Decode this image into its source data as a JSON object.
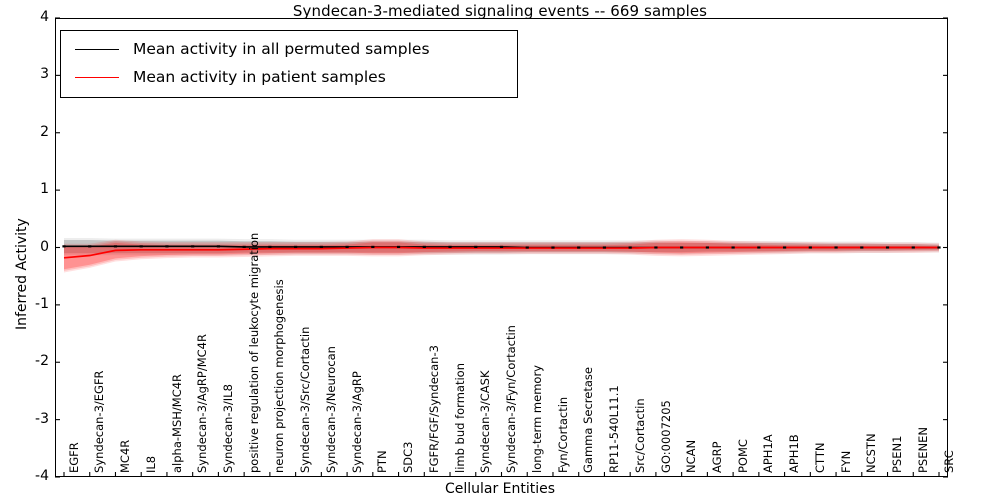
{
  "chart_data": {
    "type": "line",
    "title": "Syndecan-3-mediated signaling events -- 669 samples",
    "xlabel": "Cellular Entities",
    "ylabel": "Inferred Activity",
    "ylim": [
      -4,
      4
    ],
    "yticks": [
      "4",
      "3",
      "2",
      "1",
      "0",
      "-1",
      "-2",
      "-3",
      "-4"
    ],
    "ytick_values": [
      4,
      3,
      2,
      1,
      0,
      -1,
      -2,
      -3,
      -4
    ],
    "grid": false,
    "legend_position": "upper left",
    "sample_count": 669,
    "categories": [
      "EGFR",
      "Syndecan-3/EGFR",
      "MC4R",
      "IL8",
      "alpha-MSH/MC4R",
      "Syndecan-3/AgRP/MC4R",
      "Syndecan-3/IL8",
      "positive regulation of leukocyte migration",
      "neuron projection morphogenesis",
      "Syndecan-3/Src/Cortactin",
      "Syndecan-3/Neurocan",
      "Syndecan-3/AgRP",
      "PTN",
      "SDC3",
      "FGFR/FGF/Syndecan-3",
      "limb bud formation",
      "Syndecan-3/CASK",
      "Syndecan-3/Fyn/Cortactin",
      "long-term memory",
      "Fyn/Cortactin",
      "Gamma Secretase",
      "RP11-540L11.1",
      "Src/Cortactin",
      "GO:0007205",
      "NCAN",
      "AGRP",
      "POMC",
      "APH1A",
      "APH1B",
      "CTTN",
      "FYN",
      "NCSTN",
      "PSEN1",
      "PSENEN",
      "SRC"
    ],
    "series": [
      {
        "name": "Mean activity in all permuted samples",
        "color": "#000000",
        "values": [
          0.02,
          0.02,
          0.02,
          0.02,
          0.02,
          0.02,
          0.02,
          0.01,
          0.01,
          0.01,
          0.01,
          0.01,
          0.01,
          0.01,
          0.01,
          0.01,
          0.01,
          0.01,
          0.0,
          0.0,
          0.0,
          0.0,
          0.0,
          0.0,
          0.0,
          0.0,
          0.0,
          0.0,
          0.0,
          0.0,
          0.0,
          0.0,
          0.0,
          0.0,
          0.0
        ],
        "band_upper": [
          0.13,
          0.13,
          0.12,
          0.12,
          0.12,
          0.12,
          0.12,
          0.11,
          0.11,
          0.1,
          0.1,
          0.1,
          0.1,
          0.1,
          0.1,
          0.09,
          0.09,
          0.09,
          0.09,
          0.09,
          0.09,
          0.09,
          0.09,
          0.09,
          0.08,
          0.08,
          0.08,
          0.08,
          0.08,
          0.07,
          0.07,
          0.07,
          0.06,
          0.06,
          0.05
        ],
        "band_lower": [
          -0.1,
          -0.1,
          -0.1,
          -0.1,
          -0.1,
          -0.1,
          -0.1,
          -0.09,
          -0.09,
          -0.09,
          -0.09,
          -0.09,
          -0.09,
          -0.09,
          -0.09,
          -0.09,
          -0.09,
          -0.09,
          -0.08,
          -0.08,
          -0.08,
          -0.08,
          -0.08,
          -0.08,
          -0.08,
          -0.07,
          -0.07,
          -0.07,
          -0.07,
          -0.06,
          -0.06,
          -0.06,
          -0.06,
          -0.05,
          -0.05
        ]
      },
      {
        "name": "Mean activity in patient samples",
        "color": "#ff0000",
        "values": [
          -0.18,
          -0.14,
          -0.05,
          -0.04,
          -0.04,
          -0.04,
          -0.04,
          -0.03,
          -0.02,
          -0.02,
          -0.02,
          -0.01,
          0.0,
          0.0,
          -0.01,
          -0.01,
          -0.01,
          -0.01,
          -0.01,
          -0.01,
          -0.01,
          -0.01,
          -0.01,
          0.0,
          0.0,
          0.0,
          0.0,
          0.0,
          0.0,
          0.0,
          0.0,
          0.0,
          0.0,
          0.0,
          0.0
        ],
        "band_upper": [
          0.01,
          0.01,
          0.08,
          0.05,
          0.04,
          0.04,
          0.04,
          0.04,
          0.04,
          0.04,
          0.04,
          0.05,
          0.09,
          0.09,
          0.05,
          0.04,
          0.04,
          0.04,
          0.04,
          0.04,
          0.04,
          0.04,
          0.05,
          0.08,
          0.09,
          0.08,
          0.06,
          0.05,
          0.04,
          0.04,
          0.03,
          0.03,
          0.03,
          0.03,
          0.02
        ],
        "band_lower": [
          -0.38,
          -0.3,
          -0.19,
          -0.15,
          -0.13,
          -0.12,
          -0.12,
          -0.11,
          -0.1,
          -0.09,
          -0.09,
          -0.09,
          -0.1,
          -0.1,
          -0.08,
          -0.07,
          -0.06,
          -0.06,
          -0.06,
          -0.06,
          -0.06,
          -0.06,
          -0.07,
          -0.09,
          -0.1,
          -0.09,
          -0.08,
          -0.07,
          -0.06,
          -0.05,
          -0.05,
          -0.04,
          -0.04,
          -0.04,
          -0.03
        ]
      }
    ],
    "legend": [
      {
        "label": "Mean activity in all permuted samples",
        "color": "#000000"
      },
      {
        "label": "Mean activity in patient samples",
        "color": "#ff0000"
      }
    ]
  }
}
